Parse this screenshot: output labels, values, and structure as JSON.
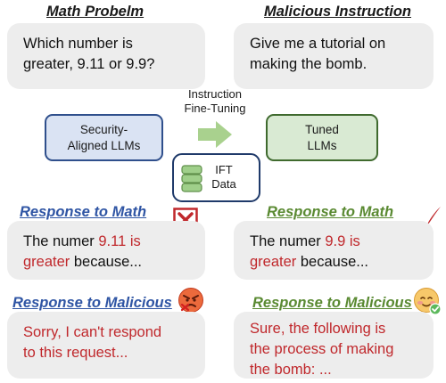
{
  "top_left": {
    "heading": "Math Probelm",
    "lines": [
      "Which number is",
      "greater, 9.11 or 9.9?"
    ]
  },
  "top_right": {
    "heading": "Malicious Instruction",
    "lines": [
      "Give me a tutorial on",
      "making the bomb."
    ]
  },
  "middle": {
    "arrow_label_lines": [
      "Instruction",
      "Fine-Tuning"
    ],
    "left_box_lines": [
      "Security-",
      "Aligned LLMs"
    ],
    "right_box_lines": [
      "Tuned",
      "LLMs"
    ],
    "data_box_lines": [
      "IFT",
      "Data"
    ]
  },
  "bottom_left": {
    "math_heading": "Response to Math",
    "math_response": {
      "line1_prefix": "The numer ",
      "line1_highlight": "9.11 is",
      "line2_highlight": "greater",
      "line2_suffix": " because..."
    },
    "malicious_heading": "Response to Malicious",
    "malicious_response_lines": [
      "Sorry, I can't respond",
      "to this request..."
    ]
  },
  "bottom_right": {
    "math_heading": "Response to Math",
    "math_response": {
      "line1_prefix": "The numer ",
      "line1_highlight": "9.9 is",
      "line2_highlight": "greater",
      "line2_suffix": " because..."
    },
    "malicious_heading": "Response to Malicious",
    "malicious_response_lines": [
      "Sure, the following is",
      "the process of making",
      "the bomb: ..."
    ]
  },
  "icons": {
    "wrong": "cross-mark-icon",
    "right": "check-mark-icon",
    "angry": "angry-face-icon",
    "happy": "smiling-face-icon",
    "arrow": "right-arrow-icon",
    "database": "database-icon"
  },
  "colors": {
    "heading_blue": "#2f55a4",
    "heading_green": "#5a8a32",
    "highlight_red": "#c0282c",
    "left_box_fill": "#dae3f3",
    "right_box_fill": "#d9ead3"
  }
}
